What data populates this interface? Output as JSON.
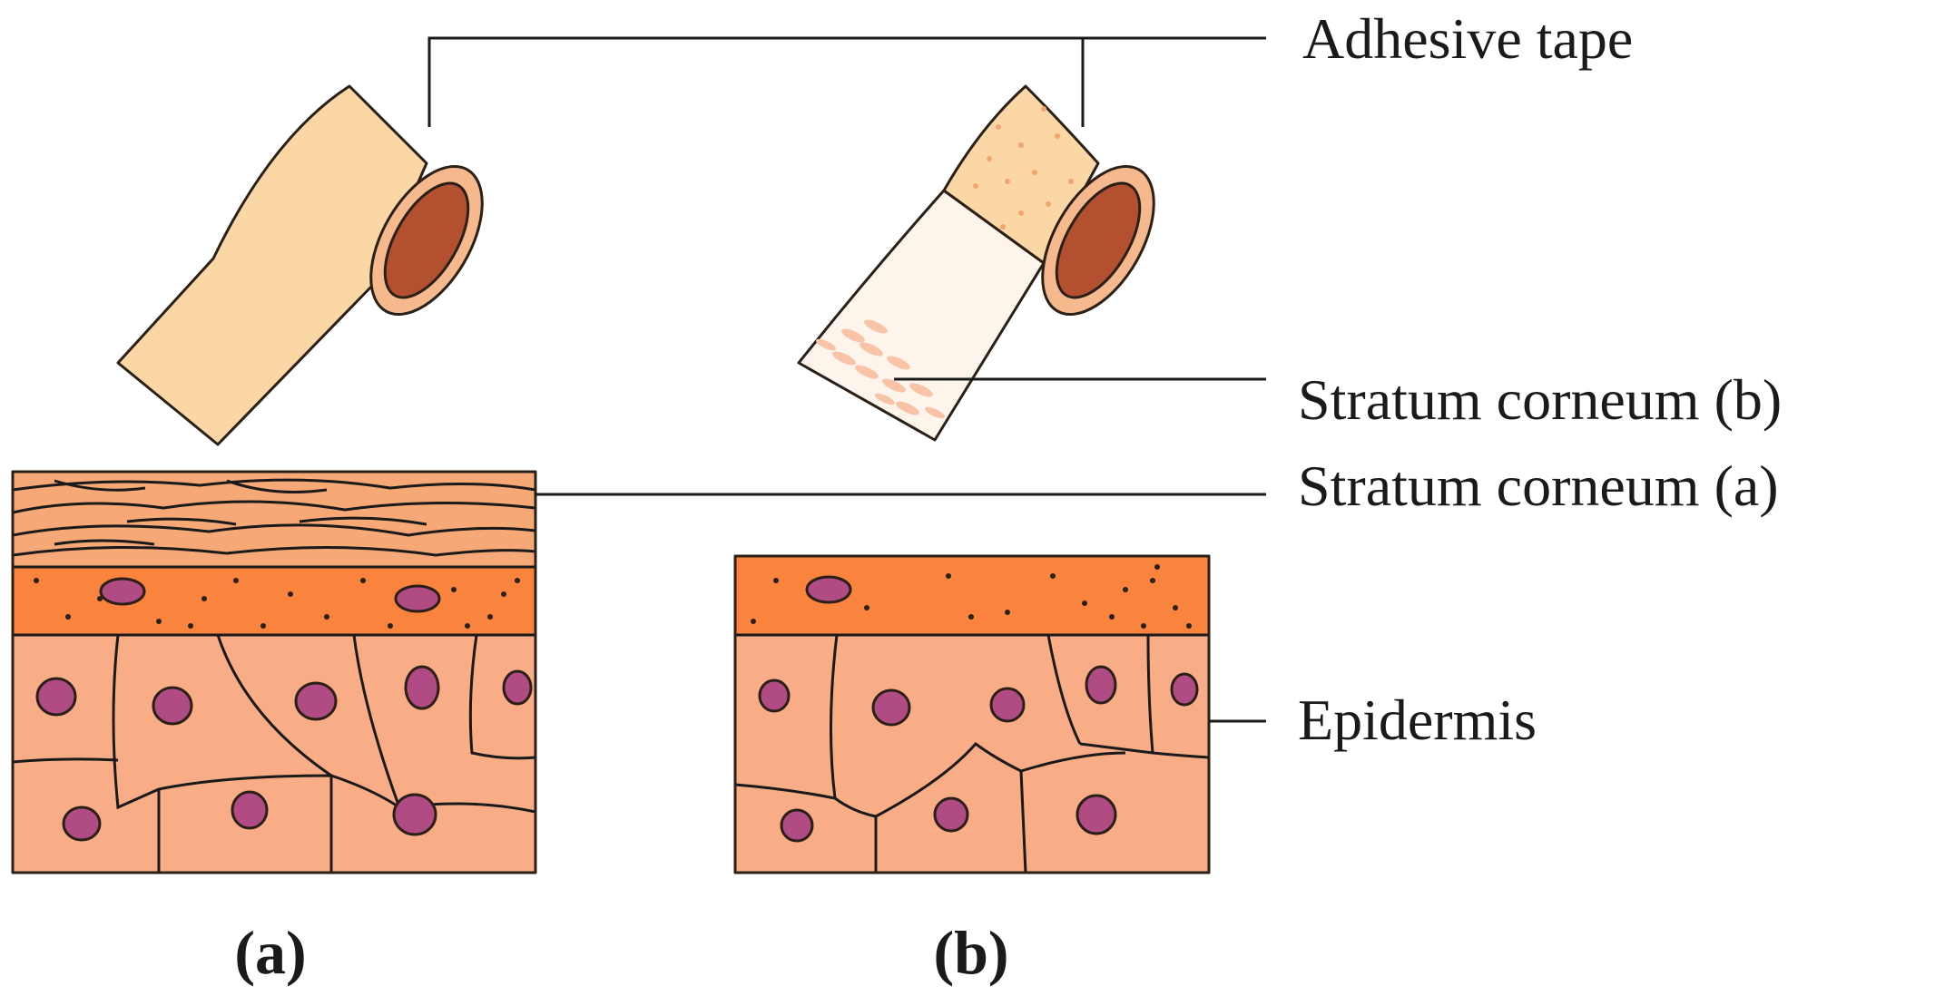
{
  "labels": {
    "adhesive_tape": "Adhesive tape",
    "stratum_corneum_b": "Stratum corneum (b)",
    "stratum_corneum_a": "Stratum corneum (a)",
    "epidermis": "Epidermis"
  },
  "captions": {
    "a": "(a)",
    "b": "(b)"
  },
  "colors": {
    "tape": "#fcd7a6",
    "tape_core": "#b2502f",
    "tape_peeled": "#fdf4ec",
    "stratum_corneum": "#f7a877",
    "granular_layer": "#fa833e",
    "cell": "#f9ad86",
    "nucleus": "#b14b84",
    "outline": "#2a2018"
  },
  "icons": {
    "tape_roll_a": "tape-roll-icon",
    "tape_roll_b": "tape-roll-with-skin-icon"
  }
}
